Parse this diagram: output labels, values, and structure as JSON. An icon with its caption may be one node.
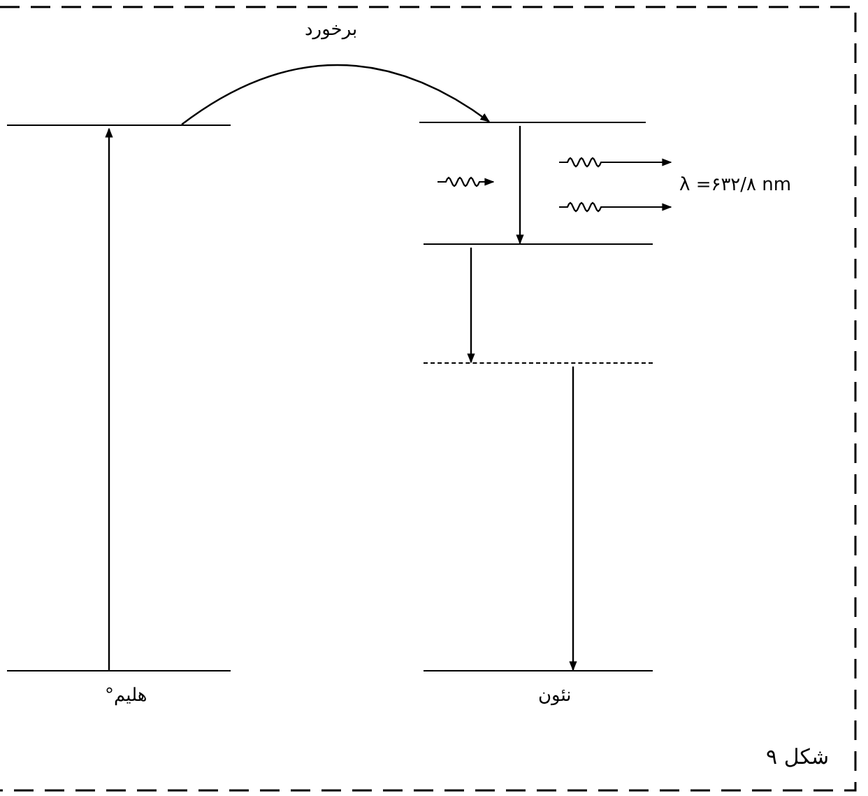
{
  "diagram": {
    "caption": "شکل ۹",
    "nodes": [
      {
        "text": [],
        "shape": "line"
      },
      {
        "text": [],
        "shape": "line",
        "beside": [
          "هلیم°"
        ]
      },
      {
        "text": [],
        "shape": "line"
      },
      {
        "text": [],
        "shape": "line"
      },
      {
        "text": [],
        "shape": "line"
      },
      {
        "text": [],
        "shape": "line",
        "beside": [
          "نئون"
        ]
      }
    ],
    "edges": [
      {
        "from": 1,
        "to": 0,
        "arrow": "to"
      },
      {
        "from": 0,
        "to": 2,
        "arrow": "to",
        "label": "برخورد"
      },
      {
        "from": 2,
        "to": 3,
        "arrow": "to"
      },
      {
        "from": 3,
        "to": 4,
        "arrow": "to"
      },
      {
        "from": 4,
        "to": 5,
        "arrow": "to"
      }
    ],
    "labels": [
      "λ =۶۳۲/۸ nm"
    ]
  }
}
